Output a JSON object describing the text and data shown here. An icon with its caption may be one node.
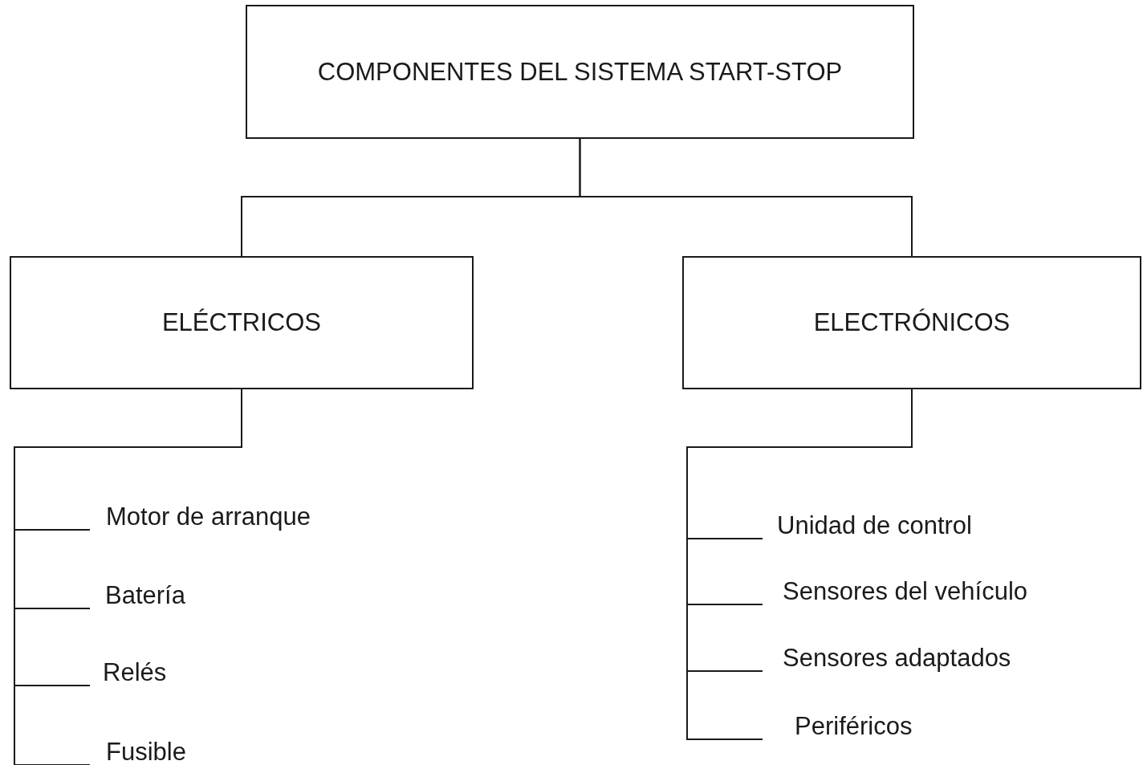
{
  "diagram": {
    "nodes": [
      {
        "text": [
          "COMPONENTES DEL SISTEMA START-STOP"
        ]
      },
      {
        "text": [
          "ELÉCTRICOS"
        ]
      },
      {
        "text": [
          "ELECTRÓNICOS"
        ]
      },
      {
        "text": [
          "Motor de arranque"
        ]
      },
      {
        "text": [
          "Batería"
        ]
      },
      {
        "text": [
          "Relés"
        ]
      },
      {
        "text": [
          "Fusible"
        ]
      },
      {
        "text": [
          "Unidad de control"
        ]
      },
      {
        "text": [
          "Sensores del vehículo"
        ]
      },
      {
        "text": [
          "Sensores adaptados"
        ]
      },
      {
        "text": [
          "Periféricos"
        ]
      }
    ],
    "edges": [
      {
        "from": 0,
        "to": 1,
        "arrow": "none"
      },
      {
        "from": 0,
        "to": 2,
        "arrow": "none"
      },
      {
        "from": 1,
        "to": 3,
        "arrow": "none"
      },
      {
        "from": 1,
        "to": 4,
        "arrow": "none"
      },
      {
        "from": 1,
        "to": 5,
        "arrow": "none"
      },
      {
        "from": 1,
        "to": 6,
        "arrow": "none"
      },
      {
        "from": 2,
        "to": 7,
        "arrow": "none"
      },
      {
        "from": 2,
        "to": 8,
        "arrow": "none"
      },
      {
        "from": 2,
        "to": 9,
        "arrow": "none"
      },
      {
        "from": 2,
        "to": 10,
        "arrow": "none"
      }
    ]
  }
}
